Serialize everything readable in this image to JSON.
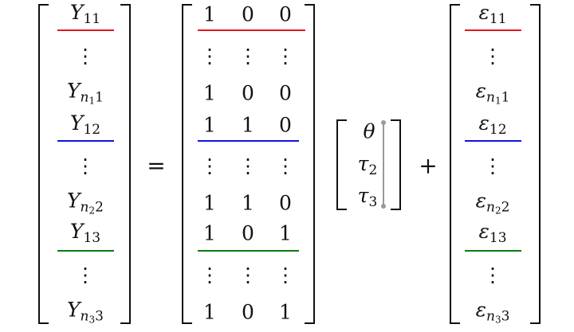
{
  "lhs": {
    "entries": [
      {
        "type": "var",
        "base": "Y",
        "sub": "11"
      },
      {
        "type": "vdots",
        "text": "⋮"
      },
      {
        "type": "var",
        "base": "Y",
        "sub_n": "n",
        "sub_n_idx": "1",
        "sub_tail": "1"
      },
      {
        "type": "var",
        "base": "Y",
        "sub": "12"
      },
      {
        "type": "vdots",
        "text": "⋮"
      },
      {
        "type": "var",
        "base": "Y",
        "sub_n": "n",
        "sub_n_idx": "2",
        "sub_tail": "2"
      },
      {
        "type": "var",
        "base": "Y",
        "sub": "13"
      },
      {
        "type": "vdots",
        "text": "⋮"
      },
      {
        "type": "var",
        "base": "Y",
        "sub_n": "n",
        "sub_n_idx": "3",
        "sub_tail": "3"
      }
    ]
  },
  "equals": "=",
  "plus": "+",
  "design_matrix": {
    "rows": [
      [
        "1",
        "0",
        "0"
      ],
      [
        "⋮",
        "⋮",
        "⋮"
      ],
      [
        "1",
        "0",
        "0"
      ],
      [
        "1",
        "1",
        "0"
      ],
      [
        "⋮",
        "⋮",
        "⋮"
      ],
      [
        "1",
        "1",
        "0"
      ],
      [
        "1",
        "0",
        "1"
      ],
      [
        "⋮",
        "⋮",
        "⋮"
      ],
      [
        "1",
        "0",
        "1"
      ]
    ]
  },
  "params": {
    "entries": [
      {
        "base": "θ",
        "sub": ""
      },
      {
        "base": "τ",
        "sub": "2"
      },
      {
        "base": "τ",
        "sub": "3"
      }
    ]
  },
  "errors": {
    "entries": [
      {
        "type": "var",
        "base": "ε",
        "sub": "11"
      },
      {
        "type": "vdots",
        "text": "⋮"
      },
      {
        "type": "var",
        "base": "ε",
        "sub_n": "n",
        "sub_n_idx": "1",
        "sub_tail": "1"
      },
      {
        "type": "var",
        "base": "ε",
        "sub": "12"
      },
      {
        "type": "vdots",
        "text": "⋮"
      },
      {
        "type": "var",
        "base": "ε",
        "sub_n": "n",
        "sub_n_idx": "2",
        "sub_tail": "2"
      },
      {
        "type": "var",
        "base": "ε",
        "sub": "13"
      },
      {
        "type": "vdots",
        "text": "⋮"
      },
      {
        "type": "var",
        "base": "ε",
        "sub_n": "n",
        "sub_n_idx": "3",
        "sub_tail": "3"
      }
    ]
  },
  "group_colors": [
    "#e8151b",
    "#1010e0",
    "#0a7a0a"
  ]
}
